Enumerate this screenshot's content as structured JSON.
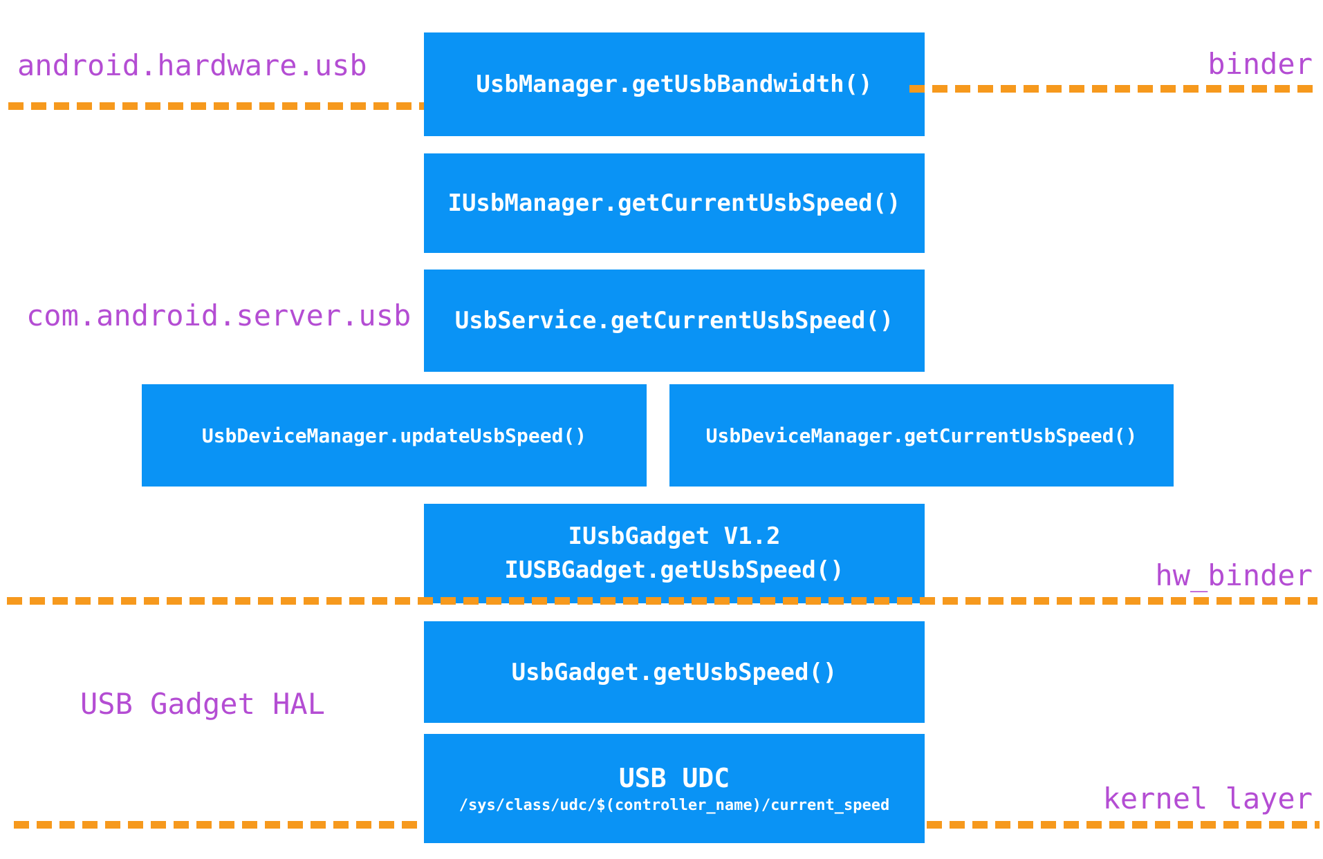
{
  "diagram": {
    "title_hint": "Android USB speed query call stack",
    "layer_labels": {
      "android_hardware_usb": "android.hardware.usb",
      "binder": "binder",
      "com_android_server_usb": "com.android.server.usb",
      "hw_binder": "hw_binder",
      "usb_gadget_hal": "USB Gadget HAL",
      "kernel_layer": "kernel layer"
    },
    "boxes": {
      "usb_manager": "UsbManager.getUsbBandwidth()",
      "iusb_manager": "IUsbManager.getCurrentUsbSpeed()",
      "usb_service": "UsbService.getCurrentUsbSpeed()",
      "usb_device_manager_update": "UsbDeviceManager.updateUsbSpeed()",
      "usb_device_manager_get": "UsbDeviceManager.getCurrentUsbSpeed()",
      "iusb_gadget_line1": "IUsbGadget V1.2",
      "iusb_gadget_line2": "IUSBGadget.getUsbSpeed()",
      "usb_gadget": "UsbGadget.getUsbSpeed()",
      "usb_udc_title": "USB UDC",
      "usb_udc_path": "/sys/class/udc/$(controller_name)/current_speed"
    },
    "colors": {
      "box_blue": "#0a93f5",
      "box_text_white": "#ffffff",
      "label_purple": "#b44dd3",
      "dash_orange": "#f6991d",
      "background": "#ffffff"
    }
  }
}
